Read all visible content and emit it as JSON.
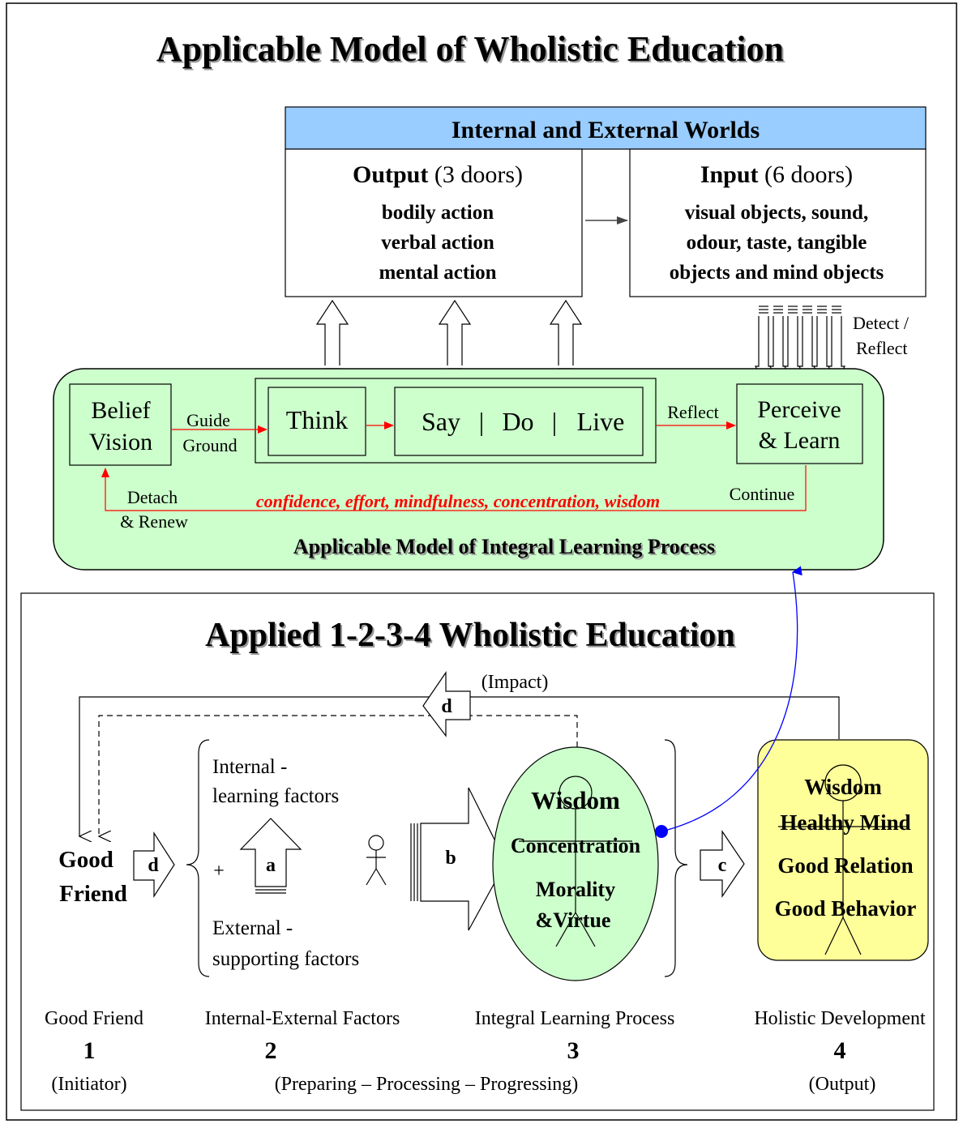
{
  "title": "Applicable Model of Wholistic Education",
  "worlds": {
    "header": "Internal and External Worlds",
    "output": {
      "title_bold": "Output",
      "title_rest": " (3 doors)",
      "lines": [
        "bodily action",
        "verbal action",
        "mental action"
      ]
    },
    "input": {
      "title_bold": "Input",
      "title_rest": " (6 doors)",
      "lines": [
        "visual objects, sound,",
        "odour, taste, tangible",
        "objects and mind objects"
      ]
    },
    "detect_reflect": [
      "Detect /",
      "Reflect"
    ]
  },
  "process": {
    "belief_vision": [
      "Belief",
      "Vision"
    ],
    "guide_ground": [
      "Guide",
      "Ground"
    ],
    "think": "Think",
    "say_do_live": [
      "Say",
      "|",
      "Do",
      "|",
      "Live"
    ],
    "reflect": "Reflect",
    "perceive_learn": [
      "Perceive",
      "& Learn"
    ],
    "detach_renew": [
      "Detach",
      "& Renew"
    ],
    "continue": "Continue",
    "faculties": "confidence, effort, mindfulness, concentration, wisdom",
    "caption": "Applicable Model of Integral Learning Process",
    "colors": {
      "panel_fill": "#ccffcc",
      "red": "#ff0000",
      "header_fill": "#99ccff"
    }
  },
  "applied": {
    "title": "Applied 1-2-3-4 Wholistic Education",
    "impact": "(Impact)",
    "good_friend": [
      "Good",
      "Friend"
    ],
    "factors_internal": [
      "Internal -",
      "learning factors"
    ],
    "factors_external": [
      "External -",
      "supporting factors"
    ],
    "plus": "+",
    "arrow_labels": {
      "d_top": "d",
      "d_left": "d",
      "a": "a",
      "b": "b",
      "c": "c"
    },
    "ellipse_lines": [
      "Wisdom",
      "Concentration",
      "Morality",
      "&Virtue"
    ],
    "output_box_lines": [
      "Wisdom",
      "Healthy Mind",
      "Good Relation",
      "Good Behavior"
    ],
    "colors": {
      "ellipse_fill": "#ccffcc",
      "output_fill": "#ffff99",
      "link_blue": "#0000ff"
    }
  },
  "footer": [
    {
      "label": "Good Friend",
      "number": "1",
      "sub": "(Initiator)"
    },
    {
      "label": "Internal-External Factors",
      "number": "2",
      "sub": "(Preparing – Processing – Progressing)"
    },
    {
      "label": "Integral Learning Process",
      "number": "3",
      "sub": ""
    },
    {
      "label": "Holistic Development",
      "number": "4",
      "sub": "(Output)"
    }
  ]
}
